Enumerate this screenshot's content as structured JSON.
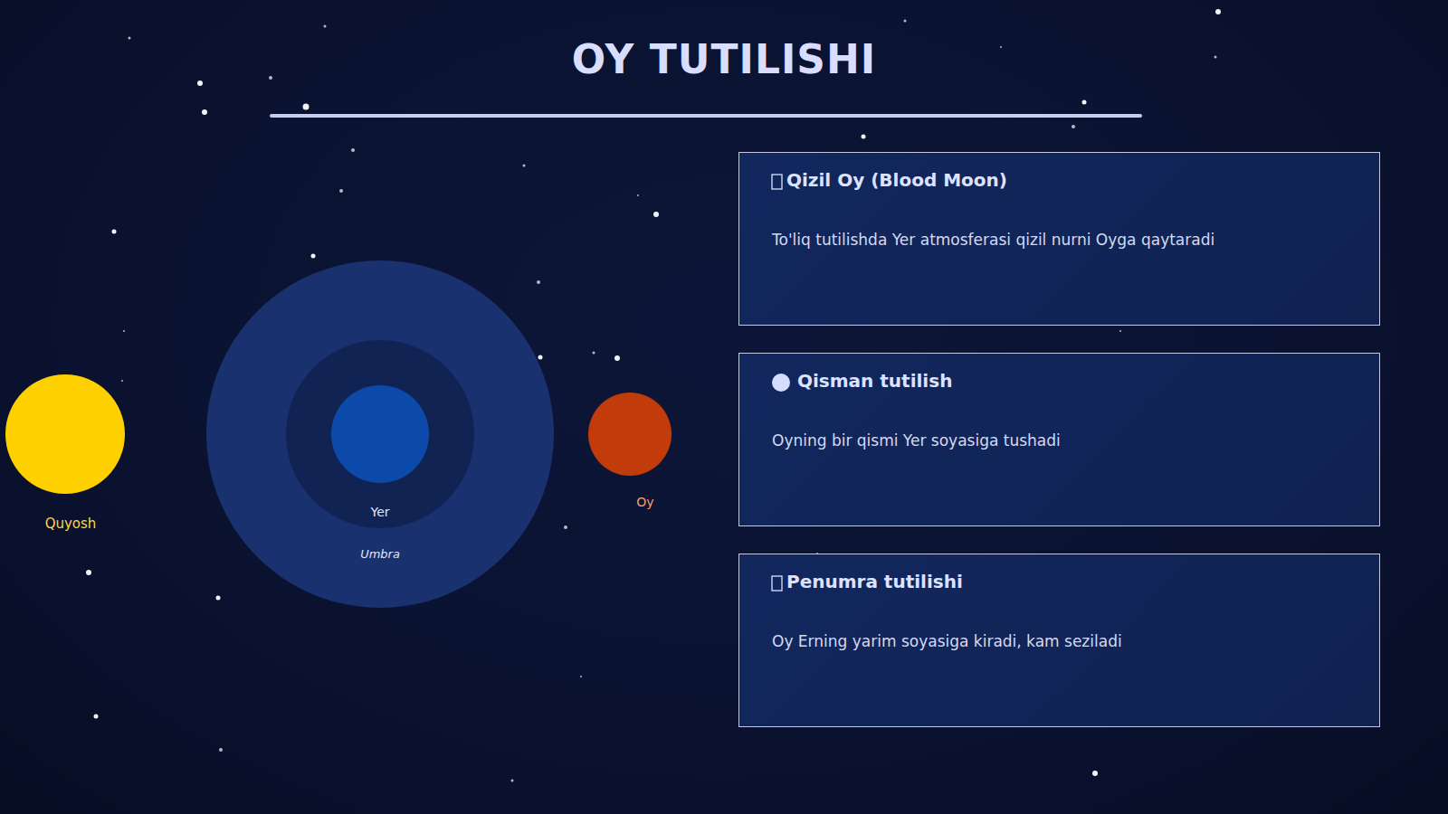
{
  "diagram": {
    "title": "OY TUTILISHI",
    "nodes": [
      {
        "text": [
          "Quyosh"
        ]
      },
      {
        "text": [
          "Yer",
          "Umbra"
        ]
      },
      {
        "text": [
          "Oy"
        ]
      },
      {
        "text": [
          "Qizil Oy (Blood Moon)",
          "To'liq tutilishda Yer atmosferasi qizil nurni Oyga qaytaradi"
        ]
      },
      {
        "text": [
          "Qisman tutilish",
          "Oyning bir qismi Yer soyasiga tushadi"
        ]
      },
      {
        "text": [
          "Penumra tutilishi",
          "Oy Erning yarim soyasiga kiradi, kam seziladi"
        ]
      }
    ]
  }
}
